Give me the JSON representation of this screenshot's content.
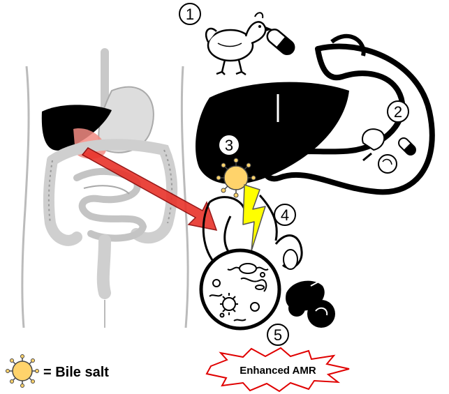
{
  "steps": [
    {
      "number": "1",
      "meaning": "poultry ingests antibiotic"
    },
    {
      "number": "2",
      "meaning": "food and antibiotic reach the stomach"
    },
    {
      "number": "3",
      "meaning": "liver releases bile salts"
    },
    {
      "number": "4",
      "meaning": "bile salts act on gut bacteria"
    },
    {
      "number": "5",
      "meaning": "meat leaves the gut"
    }
  ],
  "legend": {
    "label": "= Bile salt",
    "icon": "bile-salt-icon"
  },
  "outcome": {
    "label": "Enhanced AMR"
  },
  "colors": {
    "bile_salt_fill": "#FFD36B",
    "arrow_red": "#E8322A",
    "bolt_yellow": "#FFFF00",
    "burst_outline": "#E00000",
    "organ_black": "#000000",
    "body_gray": "#D9D9D9"
  }
}
